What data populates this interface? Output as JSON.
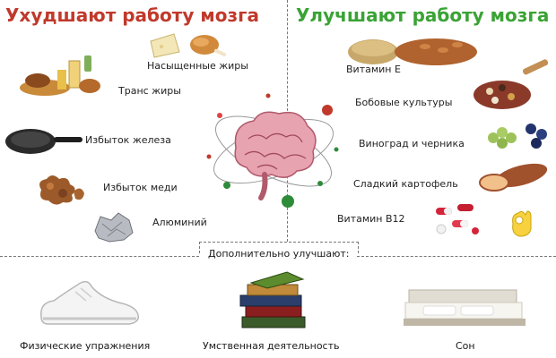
{
  "titles": {
    "worsen": "Ухудшают работу мозга",
    "improve": "Улучшают работу мозга"
  },
  "worsen_items": [
    {
      "label": "Насыщенные жиры",
      "icon": "cheese-chicken-icon"
    },
    {
      "label": "Транс жиры",
      "icon": "fast-food-icon"
    },
    {
      "label": "Избыток железа",
      "icon": "frying-pan-icon"
    },
    {
      "label": "Избыток меди",
      "icon": "copper-nuggets-icon"
    },
    {
      "label": "Алюминий",
      "icon": "aluminum-foil-icon"
    }
  ],
  "improve_items": [
    {
      "label": "Витамин Е",
      "icon": "grains-nuts-icon"
    },
    {
      "label": "Бобовые культуры",
      "icon": "beans-icon"
    },
    {
      "label": "Виноград и черника",
      "icon": "grapes-blueberries-icon"
    },
    {
      "label": "Сладкий картофель",
      "icon": "sweet-potato-icon"
    },
    {
      "label": "Витамин В12",
      "icon": "pills-icon"
    }
  ],
  "additional": {
    "heading": "Дополнительно улучшают:",
    "items": [
      {
        "label": "Физические упражнения",
        "icon": "sneaker-icon"
      },
      {
        "label": "Умственная деятельность",
        "icon": "books-icon"
      },
      {
        "label": "Сон",
        "icon": "bed-icon"
      }
    ]
  },
  "center_icon": "brain-icon",
  "colors": {
    "worsen_title": "#c0392b",
    "improve_title": "#3aa335",
    "brain": "#e8a3b0"
  }
}
